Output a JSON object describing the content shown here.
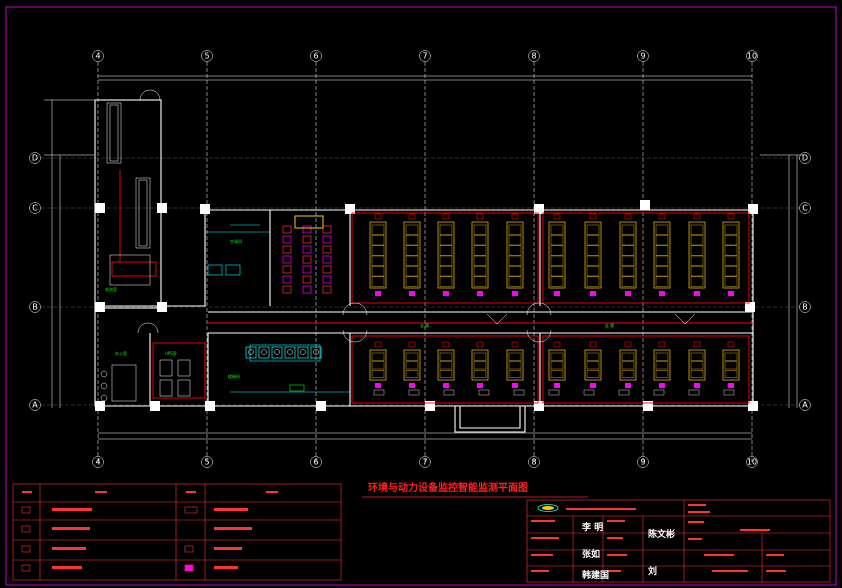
{
  "drawing": {
    "title": "环境与动力设备监控智能监测平面图"
  },
  "grid": {
    "columns": [
      "4",
      "5",
      "6",
      "7",
      "8",
      "9",
      "10"
    ],
    "rows": [
      "D",
      "C",
      "B",
      "A"
    ]
  },
  "rooms": {
    "corridor_left": "走 廊",
    "corridor_right": "走 廊",
    "stair": "楼梯间",
    "battery": "电池室",
    "ups": "UPS室",
    "office": "办公室",
    "ac_room": "空调间"
  },
  "title_block": {
    "signature_1": "李 明",
    "signature_2": "张如",
    "signature_3": "韩建国"
  },
  "colors": {
    "frame": "#ff00ff",
    "axis": "#ffffff",
    "wall": "#ffffff",
    "pipe": "#ff0000",
    "device": "#ffcc00",
    "label": "#00ff00",
    "glass": "#00ffff"
  }
}
